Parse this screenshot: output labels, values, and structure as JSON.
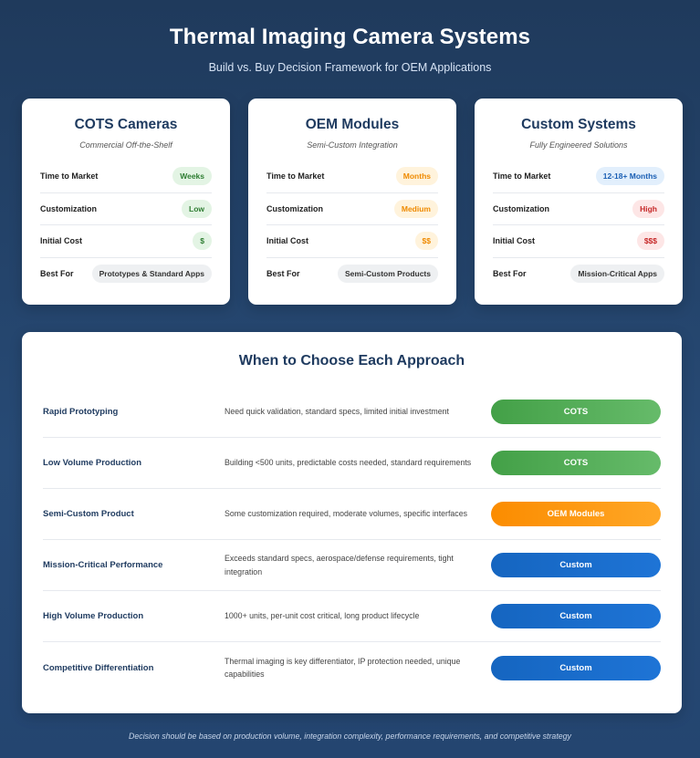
{
  "header": {
    "title": "Thermal Imaging Camera Systems",
    "subtitle": "Build vs. Buy Decision Framework for OEM Applications"
  },
  "colors": {
    "background": "#244570",
    "green": "#43a047",
    "orange": "#fb8c00",
    "blue": "#1565c0",
    "red": "#c62828"
  },
  "cards": [
    {
      "title": "COTS Cameras",
      "subtitle": "Commercial Off-the-Shelf",
      "rows": [
        {
          "label": "Time to Market",
          "value": "Weeks",
          "color": "green"
        },
        {
          "label": "Customization",
          "value": "Low",
          "color": "green"
        },
        {
          "label": "Initial Cost",
          "value": "$",
          "color": "green"
        },
        {
          "label": "Best For",
          "value": "Prototypes & Standard Apps",
          "color": "gray"
        }
      ]
    },
    {
      "title": "OEM Modules",
      "subtitle": "Semi-Custom Integration",
      "rows": [
        {
          "label": "Time to Market",
          "value": "Months",
          "color": "orange"
        },
        {
          "label": "Customization",
          "value": "Medium",
          "color": "orange"
        },
        {
          "label": "Initial Cost",
          "value": "$$",
          "color": "orange"
        },
        {
          "label": "Best For",
          "value": "Semi-Custom Products",
          "color": "gray"
        }
      ]
    },
    {
      "title": "Custom Systems",
      "subtitle": "Fully Engineered Solutions",
      "rows": [
        {
          "label": "Time to Market",
          "value": "12-18+ Months",
          "color": "blue"
        },
        {
          "label": "Customization",
          "value": "High",
          "color": "red"
        },
        {
          "label": "Initial Cost",
          "value": "$$$",
          "color": "red"
        },
        {
          "label": "Best For",
          "value": "Mission-Critical Apps",
          "color": "gray"
        }
      ]
    }
  ],
  "approach": {
    "title": "When to Choose Each Approach",
    "rows": [
      {
        "label": "Rapid Prototyping",
        "desc": "Need quick validation, standard specs, limited initial investment",
        "choice": "COTS",
        "color": "green"
      },
      {
        "label": "Low Volume Production",
        "desc": "Building <500 units, predictable costs needed, standard requirements",
        "choice": "COTS",
        "color": "green"
      },
      {
        "label": "Semi-Custom Product",
        "desc": "Some customization required, moderate volumes, specific interfaces",
        "choice": "OEM Modules",
        "color": "orange"
      },
      {
        "label": "Mission-Critical Performance",
        "desc": "Exceeds standard specs, aerospace/defense requirements, tight integration",
        "choice": "Custom",
        "color": "blue"
      },
      {
        "label": "High Volume Production",
        "desc": "1000+ units, per-unit cost critical, long product lifecycle",
        "choice": "Custom",
        "color": "blue"
      },
      {
        "label": "Competitive Differentiation",
        "desc": "Thermal imaging is key differentiator, IP protection needed, unique capabilities",
        "choice": "Custom",
        "color": "blue"
      }
    ]
  },
  "footer": "Decision should be based on production volume, integration complexity, performance requirements, and competitive strategy"
}
